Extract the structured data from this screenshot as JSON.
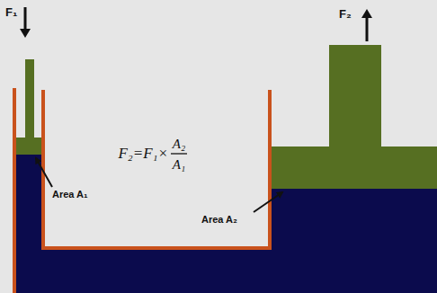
{
  "diagram": {
    "labels": [
      "F₁",
      "F₂",
      "F₂=F₁×",
      "A₂",
      "A₁",
      "Area A₁",
      "Area A₂"
    ]
  }
}
